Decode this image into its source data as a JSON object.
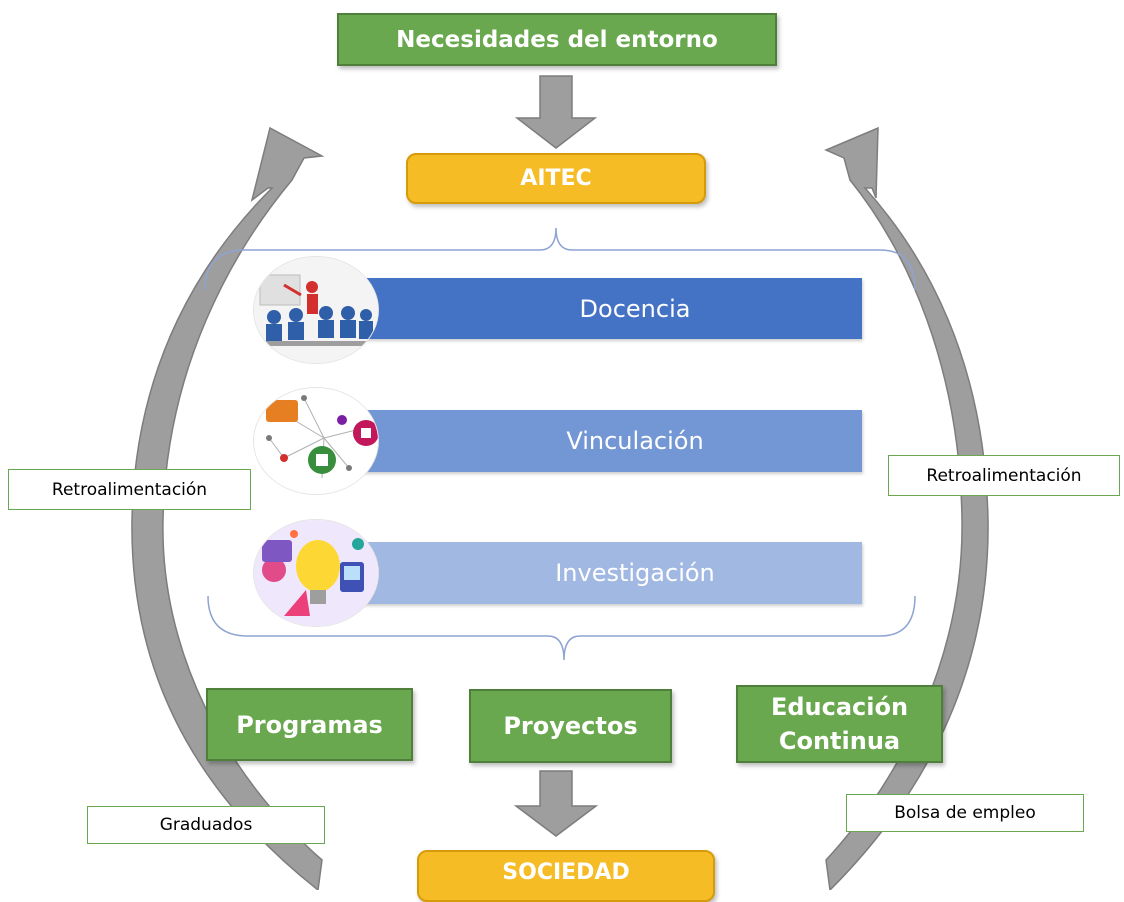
{
  "top_box": {
    "label": "Necesidades del entorno"
  },
  "aitec_box": {
    "label": "AITEC"
  },
  "functions": [
    {
      "label": "Docencia",
      "icon": "classroom-icon",
      "color": "#4472c4"
    },
    {
      "label": "Vinculación",
      "icon": "network-icon",
      "color": "#7396d4"
    },
    {
      "label": "Investigación",
      "icon": "lightbulb-icon",
      "color": "#a1b8e2"
    }
  ],
  "outputs": [
    {
      "label": "Programas"
    },
    {
      "label": "Proyectos"
    },
    {
      "label": "Educación Continua"
    }
  ],
  "society_box": {
    "label": "SOCIEDAD"
  },
  "side_labels": {
    "left_feedback": "Retroalimentación",
    "right_feedback": "Retroalimentación",
    "graduates": "Graduados",
    "job_board": "Bolsa de empleo"
  },
  "colors": {
    "green": "#6aa84f",
    "yellow": "#f6bc26",
    "arrow_gray": "#9e9e9e",
    "brace": "#8ea4d2"
  }
}
